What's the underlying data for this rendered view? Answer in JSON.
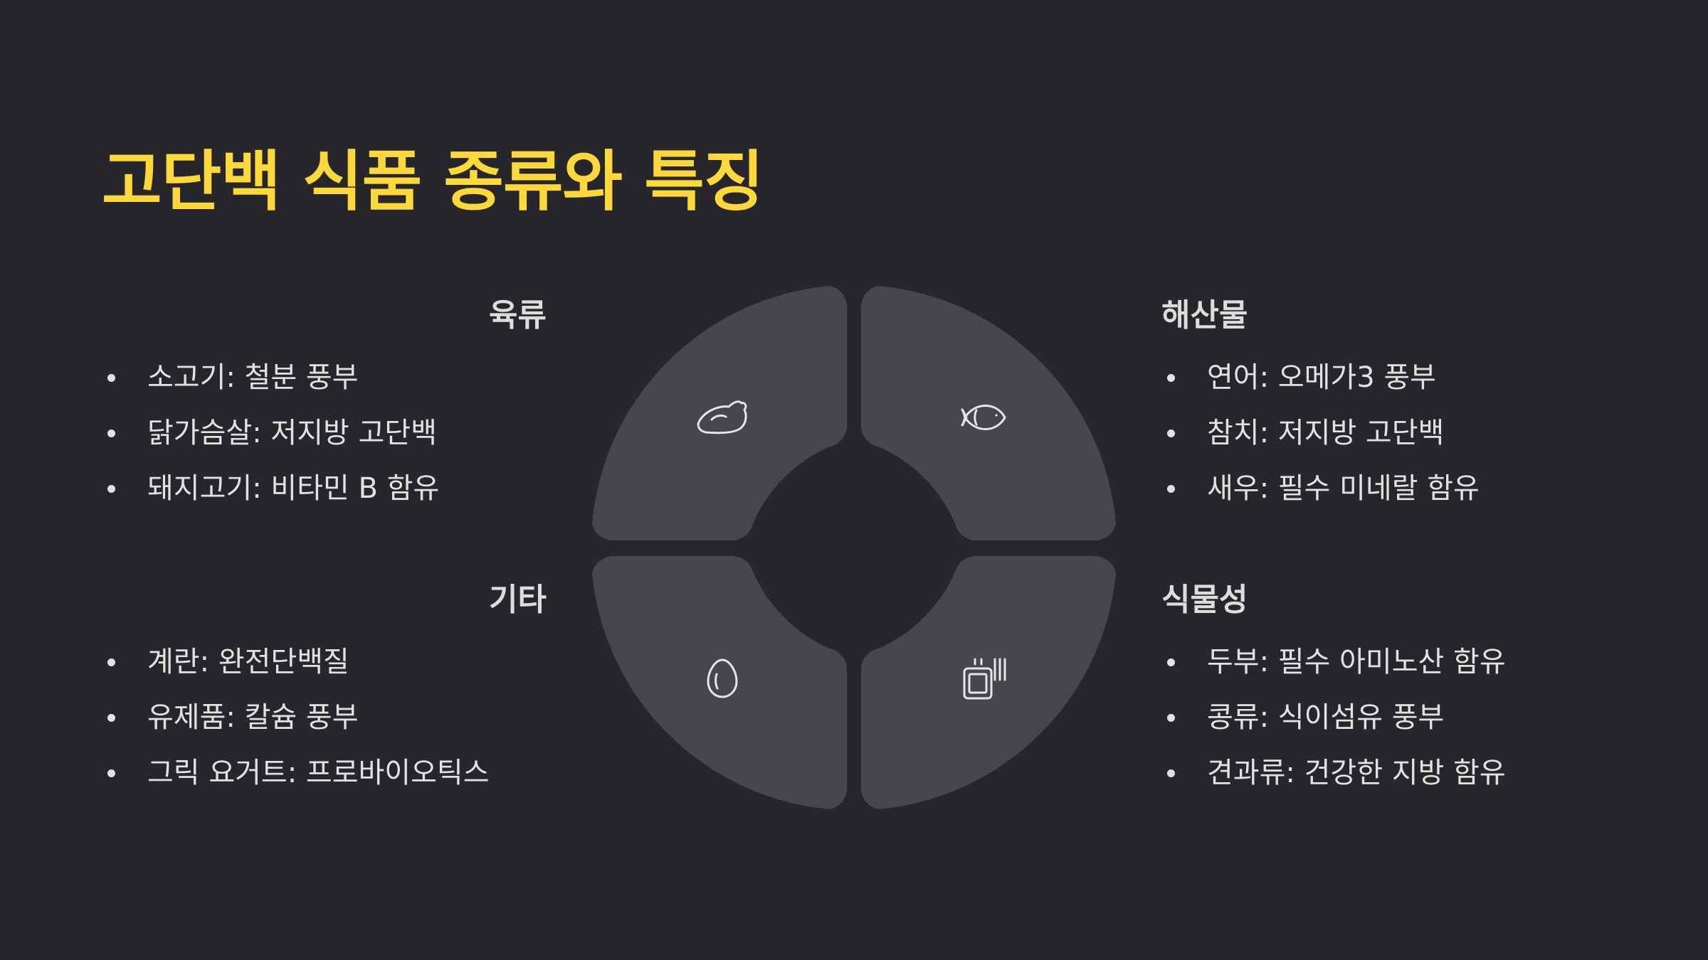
{
  "title": "고단백 식품 종류와 특징",
  "colors": {
    "background": "#27272b",
    "title": "#fcd83a",
    "segment": "#46464b",
    "text": "#e2e2e2",
    "icon": "#e6e6e6"
  },
  "sections": {
    "meat": {
      "heading": "육류",
      "icon": "chicken-drumstick-icon",
      "items": [
        "소고기: 철분 풍부",
        "닭가슴살: 저지방 고단백",
        "돼지고기: 비타민 B 함유"
      ]
    },
    "seafood": {
      "heading": "해산물",
      "icon": "fish-icon",
      "items": [
        "연어: 오메가3 풍부",
        "참치: 저지방 고단백",
        "새우: 필수 미네랄 함유"
      ]
    },
    "other": {
      "heading": "기타",
      "icon": "egg-icon",
      "items": [
        "계란: 완전단백질",
        "유제품: 칼슘 풍부",
        "그릭 요거트: 프로바이오틱스"
      ]
    },
    "plant": {
      "heading": "식물성",
      "icon": "tofu-icon",
      "items": [
        "두부: 필수 아미노산 함유",
        "콩류: 식이섬유 풍부",
        "견과류: 건강한 지방 함유"
      ]
    }
  }
}
